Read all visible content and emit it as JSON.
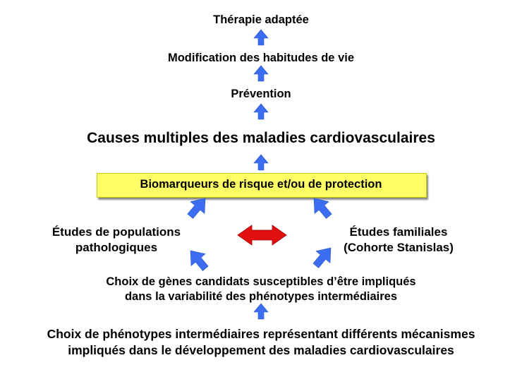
{
  "diagram": {
    "therapie": "Thérapie adaptée",
    "modification": "Modification des habitudes de vie",
    "prevention": "Prévention",
    "causes": "Causes multiples des maladies cardiovasculaires",
    "biomarqueurs": "Biomarqueurs de risque et/ou de protection",
    "etudes_populations": {
      "line1": "Études de populations",
      "line2": "pathologiques"
    },
    "etudes_familiales": {
      "line1": "Études familiales",
      "line2": "(Cohorte Stanislas)"
    },
    "choix_genes": {
      "line1": "Choix de gènes candidats susceptibles d’être impliqués",
      "line2": "dans la variabilité des phénotypes intermédiaires"
    },
    "choix_phenotypes": {
      "line1": "Choix de phénotypes intermédiaires représentant différents mécanismes",
      "line2": "impliqués dans le développement des maladies cardiovasculaires"
    }
  },
  "colors": {
    "arrow_blue": "#3c6cf0",
    "arrow_red": "#e01010",
    "highlight_yellow": "#ffff66"
  },
  "icons": [
    "arrow-up-icon",
    "arrow-diagonal-icon",
    "double-headed-arrow-icon"
  ]
}
